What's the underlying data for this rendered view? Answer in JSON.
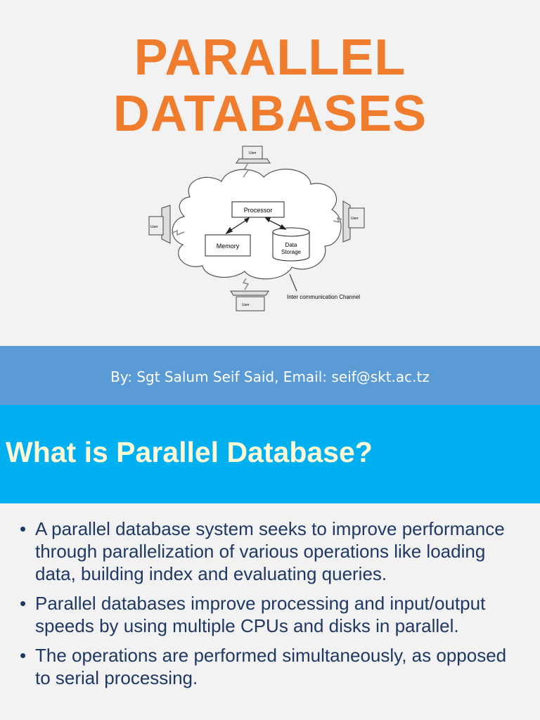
{
  "slide1": {
    "title_line1": "PARALLEL",
    "title_line2": "DATABASES",
    "diagram": {
      "processor": "Processor",
      "memory": "Memory",
      "storage_line1": "Data",
      "storage_line2": "Storage",
      "user": "User",
      "channel": "Inter communication Channel"
    },
    "author": "By: Sgt Salum Seif Said, Email: seif@skt.ac.tz"
  },
  "slide2": {
    "heading": "What is Parallel Database?",
    "bullet_char": "•",
    "bullets": [
      "A parallel database system seeks to improve performance through parallelization of various operations like loading data, building index and evaluating queries.",
      "Parallel databases improve processing and input/output speeds by using multiple CPUs and disks in parallel.",
      "The operations are performed simultaneously, as opposed to serial processing."
    ]
  },
  "colors": {
    "title": "#ef7d2d",
    "author_bar": "#5b9bd5",
    "heading_bar": "#00b0f0",
    "heading_text": "#fff9d6",
    "bullet_text": "#1f3864"
  }
}
